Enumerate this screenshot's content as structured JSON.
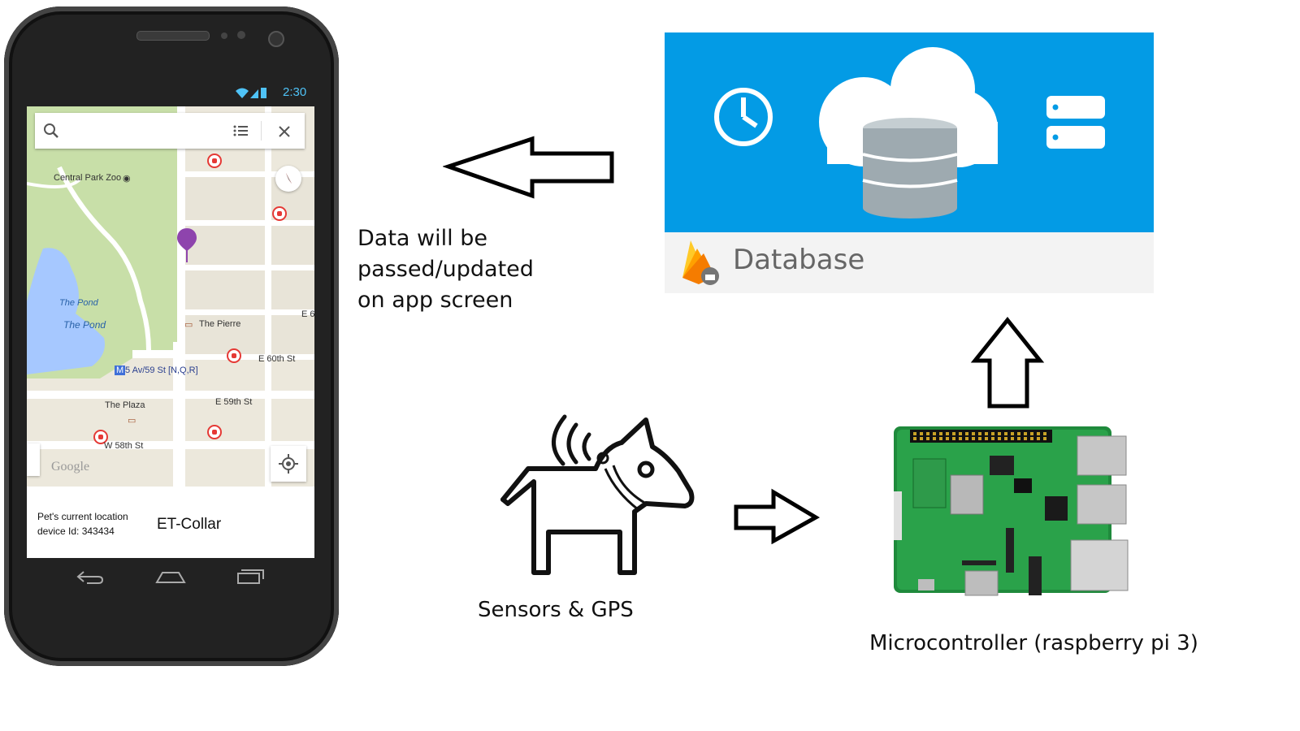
{
  "phone": {
    "status_time": "2:30",
    "map": {
      "labels": {
        "central_park_zoo": "Central Park Zoo",
        "the_pond_1": "The Pond",
        "the_pond_2": "The Pond",
        "the_pierre": "The Pierre",
        "e60": "E 60th St",
        "e59": "E 59th St",
        "subway": "5 Av/59 St [N,Q,R]",
        "subway_badge": "M",
        "the_plaza": "The Plaza",
        "w58": "W 58th St",
        "e6": "E 6",
        "google": "Google"
      }
    },
    "info": {
      "line1": "Pet's  current location",
      "line2": "device Id: 343434",
      "app_name": "ET-Collar"
    },
    "icons": [
      "search-icon",
      "list-icon",
      "close-icon",
      "compass-icon",
      "location-pin-icon",
      "my-location-icon",
      "back-icon",
      "home-icon",
      "recents-icon"
    ]
  },
  "captions": {
    "data_line1": "Data will be passed/updated",
    "data_line2": "on app screen",
    "sensors": "Sensors & GPS",
    "microcontroller": "Microcontroller (raspberry pi 3)"
  },
  "database": {
    "title": "Database",
    "colors": {
      "panel": "#039be5",
      "footer": "#f3f3f3",
      "disk": "#9eaab0"
    },
    "icons": [
      "clock-icon",
      "cloud-database-icon",
      "server-icon",
      "firebase-logo"
    ]
  },
  "colors": {
    "pin": "#8e44ad",
    "poi": "#e53935",
    "water": "#a6c8ff",
    "park": "#c8dfa8"
  }
}
